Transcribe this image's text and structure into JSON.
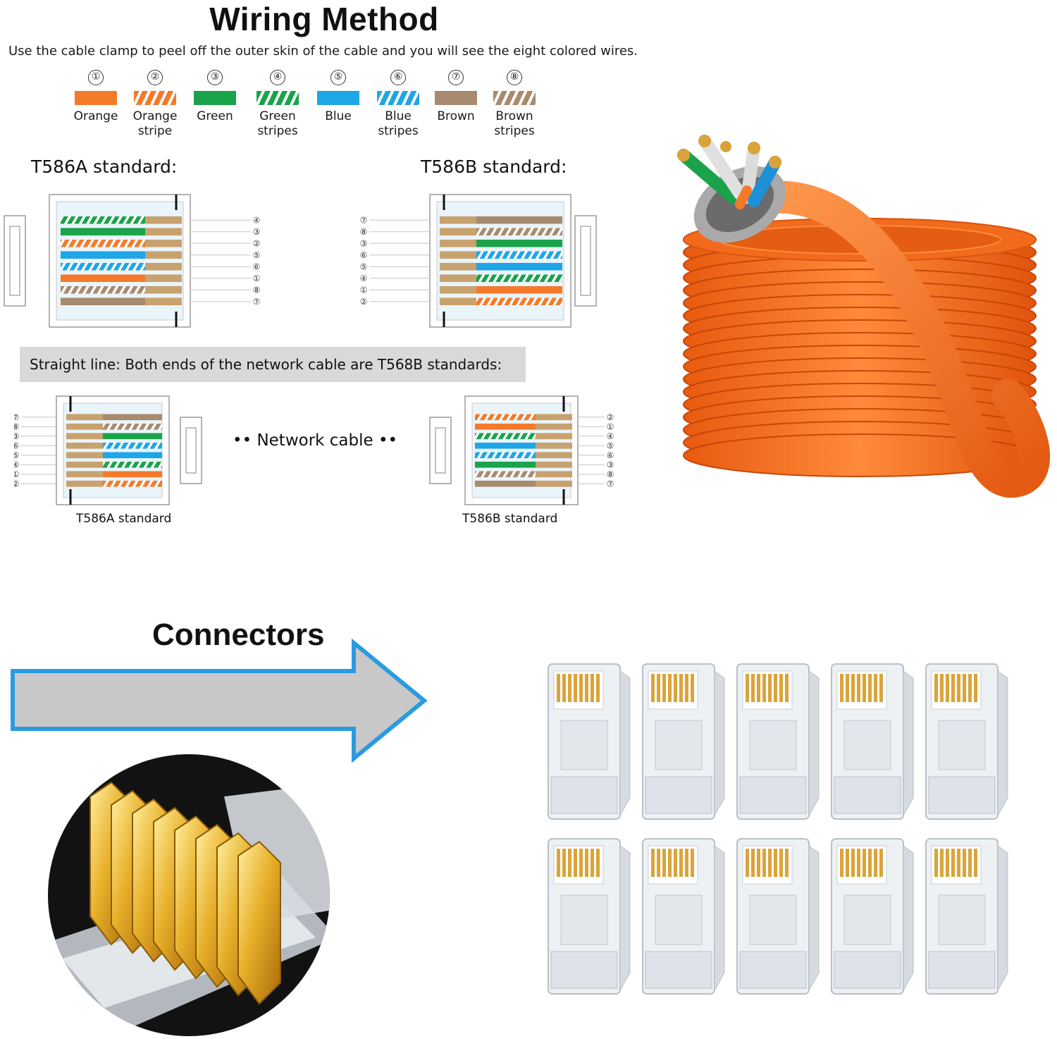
{
  "wiring": {
    "title": "Wiring Method",
    "intro": "Use the cable clamp to peel off the outer skin of the cable and you will see the eight colored wires.",
    "legend": [
      {
        "num": "①",
        "label": "Orange",
        "color": "#f47a2a",
        "striped": false
      },
      {
        "num": "②",
        "label": "Orange\nstripe",
        "color": "#f47a2a",
        "striped": true
      },
      {
        "num": "③",
        "label": "Green",
        "color": "#1aa34a",
        "striped": false
      },
      {
        "num": "④",
        "label": "Green\nstripes",
        "color": "#1aa34a",
        "striped": true
      },
      {
        "num": "⑤",
        "label": "Blue",
        "color": "#1ea6e6",
        "striped": false
      },
      {
        "num": "⑥",
        "label": "Blue\nstripes",
        "color": "#1ea6e6",
        "striped": true
      },
      {
        "num": "⑦",
        "label": "Brown",
        "color": "#a88a6e",
        "striped": false
      },
      {
        "num": "⑧",
        "label": "Brown\nstripes",
        "color": "#a88a6e",
        "striped": true
      }
    ],
    "t568a_heading": "T586A standard:",
    "t568b_heading": "T586B standard:",
    "t568a_pins": [
      "④",
      "③",
      "②",
      "⑤",
      "⑥",
      "①",
      "⑧",
      "⑦"
    ],
    "t568b_pins": [
      "⑦",
      "⑧",
      "③",
      "⑥",
      "⑤",
      "④",
      "①",
      "②"
    ],
    "straight_line": "Straight line: Both ends of the network cable are T568B standards:",
    "network_cable": "•• Network cable ••",
    "left_pins": [
      "⑦",
      "⑧",
      "③",
      "⑥",
      "⑤",
      "④",
      "①",
      "②"
    ],
    "right_pins": [
      "②",
      "①",
      "④",
      "⑤",
      "⑥",
      "③",
      "⑧",
      "⑦"
    ],
    "left_caption": "T586A standard",
    "right_caption": "T586B standard"
  },
  "connectors": {
    "title": "Connectors",
    "count": 10,
    "arrow_fill": "#c8c8c8",
    "arrow_border": "#2a9be0"
  },
  "colors": {
    "cable_orange": "#f26b1d",
    "gold": "#e8b02a"
  }
}
